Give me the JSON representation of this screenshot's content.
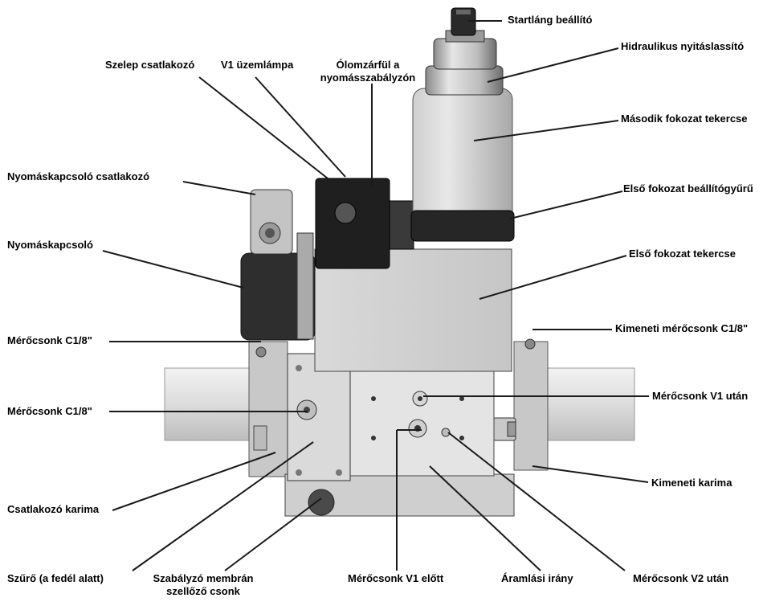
{
  "figure": {
    "callouts": {
      "startlang": "Startláng beállító",
      "hidraulikus": "Hidraulikus nyitáslassító",
      "szelep_csatlakozo": "Szelep csatlakozó",
      "v1_uzemlampa": "V1 üzemlámpa",
      "olomzarful_1": "Ólomzárfül a",
      "olomzarful_2": "nyomásszabályzón",
      "masodik_tekercs": "Második fokozat tekercse",
      "nyomaskapcsolo_csatlakozo": "Nyomáskapcsoló csatlakozó",
      "elso_beallito": "Első fokozat beállítógyűrű",
      "nyomaskapcsolo": "Nyomáskapcsoló",
      "elso_tekercs": "Első fokozat tekercse",
      "merocsonk_top": "Mérőcsonk C1/8\"",
      "kimeneti_merocsonk": "Kimeneti mérőcsonk C1/8\"",
      "merocsonk_mid": "Mérőcsonk C1/8\"",
      "merocsonk_v1_utan": "Mérőcsonk V1 után",
      "kimeneti_karima": "Kimeneti karima",
      "csatlakozo_karima": "Csatlakozó karima",
      "szuro": "Szűrő (a fedél alatt)",
      "szabalyzo_1": "Szabályzó membrán",
      "szabalyzo_2": "szellőző csonk",
      "merocsonk_v1_elott": "Mérőcsonk V1 előtt",
      "aramlasi_irany": "Áramlási irány",
      "merocsonk_v2_utan": "Mérőcsonk V2 után"
    }
  }
}
